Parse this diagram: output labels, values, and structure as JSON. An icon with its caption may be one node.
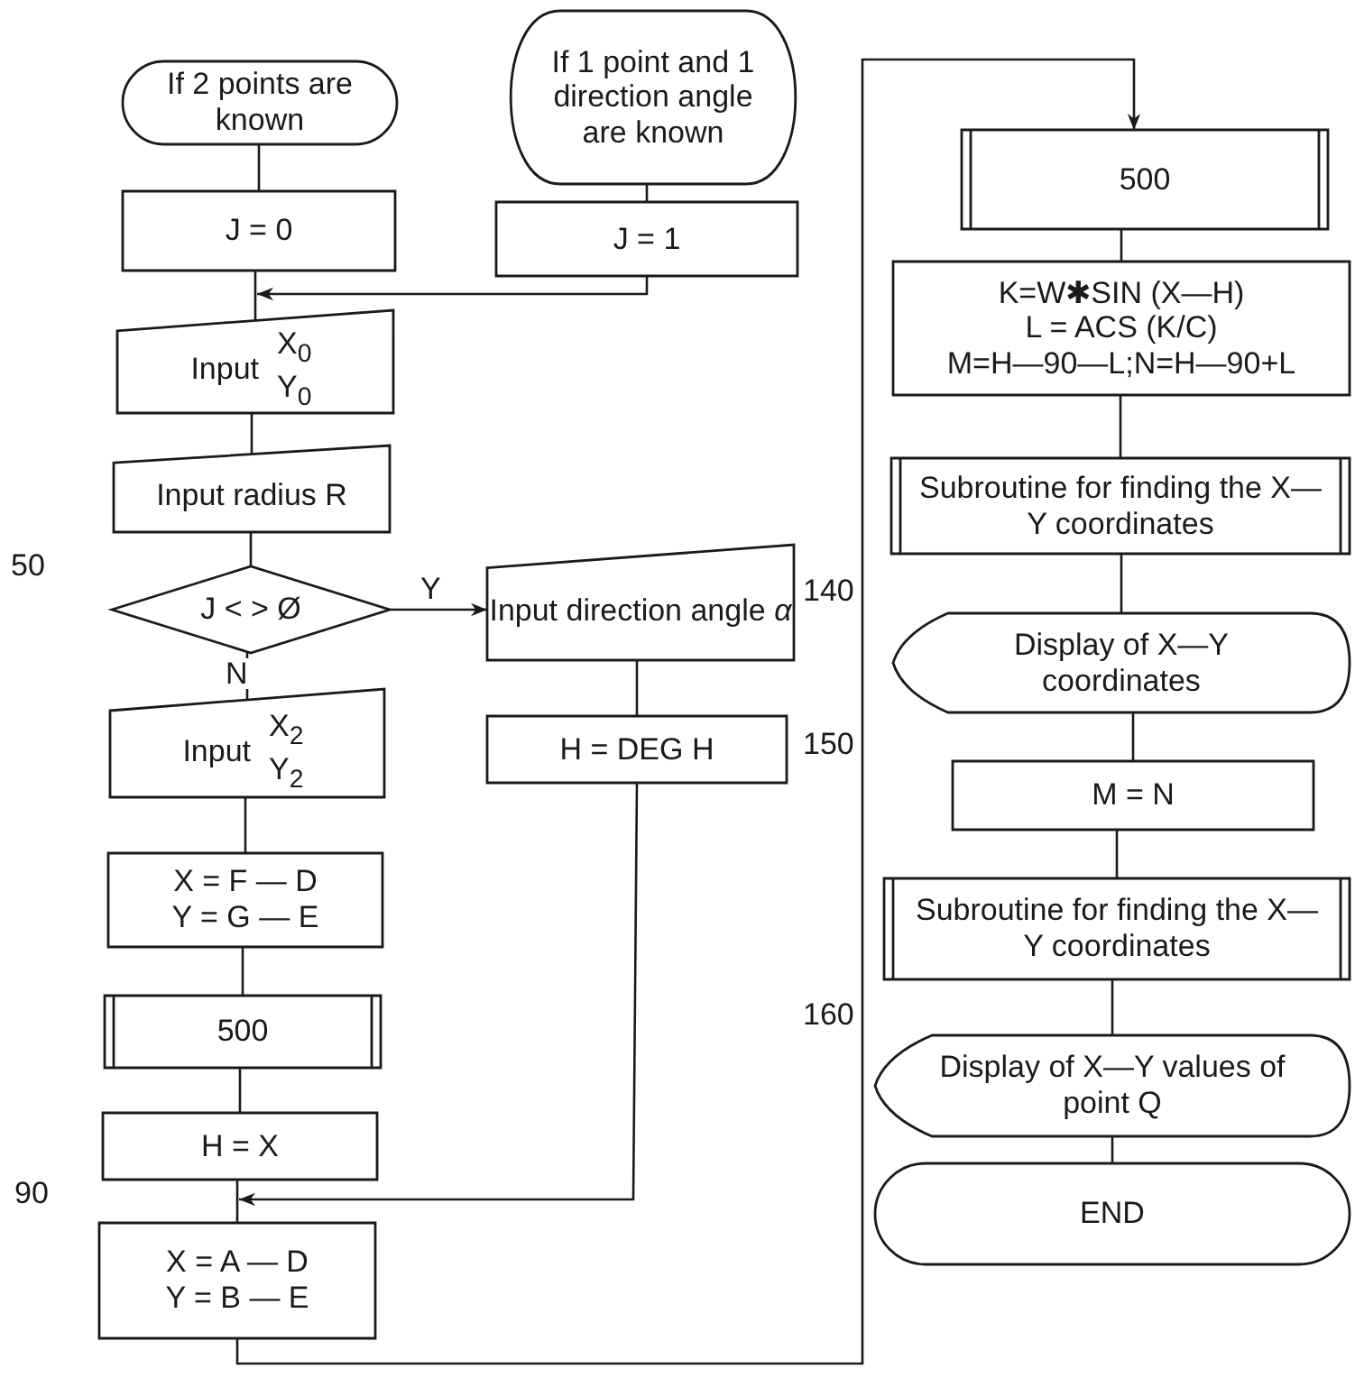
{
  "diagram": {
    "nodes": [
      {
        "text": [
          "If 2 points are known"
        ]
      },
      {
        "text": [
          "If 1 point and 1 direction angle are known"
        ]
      },
      {
        "text": [
          "J = 0"
        ]
      },
      {
        "text": [
          "J = 1"
        ]
      },
      {
        "text": [
          "Input",
          "X$_{0}$ Y$_{0}$"
        ]
      },
      {
        "text": [
          "Input radius R"
        ]
      },
      {
        "text": [
          "J < > Ø"
        ],
        "beside": [
          "50"
        ]
      },
      {
        "text": [
          "Input direction angle *α*"
        ]
      },
      {
        "text": [
          "Input",
          "X$_{2}$ Y$_{2}$"
        ]
      },
      {
        "text": [
          "H = DEG H"
        ]
      },
      {
        "text": [
          "X = F — D",
          "Y = G — E"
        ]
      },
      {
        "text": [
          "500"
        ]
      },
      {
        "text": [
          "H = X"
        ]
      },
      {
        "text": [
          "X = A — D",
          "Y = B — E"
        ],
        "beside": [
          "90"
        ]
      },
      {
        "text": [
          "500"
        ]
      },
      {
        "text": [
          "K=W✱SIN (X—H)",
          "L = ACS (K/C)",
          "M=H—90—L;N=H—90+L"
        ]
      },
      {
        "text": [
          "Subroutine for finding the X—Y coordinates"
        ]
      },
      {
        "text": [
          "Display of X—Y coordinates"
        ]
      },
      {
        "text": [
          "M = N"
        ]
      },
      {
        "text": [
          "Subroutine for finding the X—Y coordinates"
        ]
      },
      {
        "text": [
          "Display of X—Y values of point Q"
        ]
      },
      {
        "text": [
          "END"
        ]
      }
    ],
    "edges": [
      {
        "from": 0,
        "to": 2,
        "arrow": "none"
      },
      {
        "from": 1,
        "to": 3,
        "arrow": "none"
      },
      {
        "from": 2,
        "to": 4,
        "arrow": "none"
      },
      {
        "from": 3,
        "to": 4,
        "arrow": "to"
      },
      {
        "from": 4,
        "to": 5,
        "arrow": "none"
      },
      {
        "from": 5,
        "to": 6,
        "arrow": "none"
      },
      {
        "from": 6,
        "to": 7,
        "arrow": "to",
        "label": "Y"
      },
      {
        "from": 6,
        "to": 8,
        "arrow": "none",
        "label": "N"
      },
      {
        "from": 7,
        "to": 9,
        "arrow": "none"
      },
      {
        "from": 8,
        "to": 10,
        "arrow": "none"
      },
      {
        "from": 10,
        "to": 11,
        "arrow": "none"
      },
      {
        "from": 11,
        "to": 12,
        "arrow": "none"
      },
      {
        "from": 12,
        "to": 13,
        "arrow": "none"
      },
      {
        "from": 9,
        "to": 13,
        "arrow": "to"
      },
      {
        "from": 13,
        "to": 14,
        "arrow": "to"
      },
      {
        "from": 14,
        "to": 15,
        "arrow": "none"
      },
      {
        "from": 15,
        "to": 16,
        "arrow": "none"
      },
      {
        "from": 16,
        "to": 17,
        "arrow": "none"
      },
      {
        "from": 17,
        "to": 18,
        "arrow": "none"
      },
      {
        "from": 18,
        "to": 19,
        "arrow": "none"
      },
      {
        "from": 19,
        "to": 20,
        "arrow": "none"
      },
      {
        "from": 20,
        "to": 21,
        "arrow": "none"
      }
    ],
    "labels": [
      "140",
      "150",
      "160"
    ]
  }
}
